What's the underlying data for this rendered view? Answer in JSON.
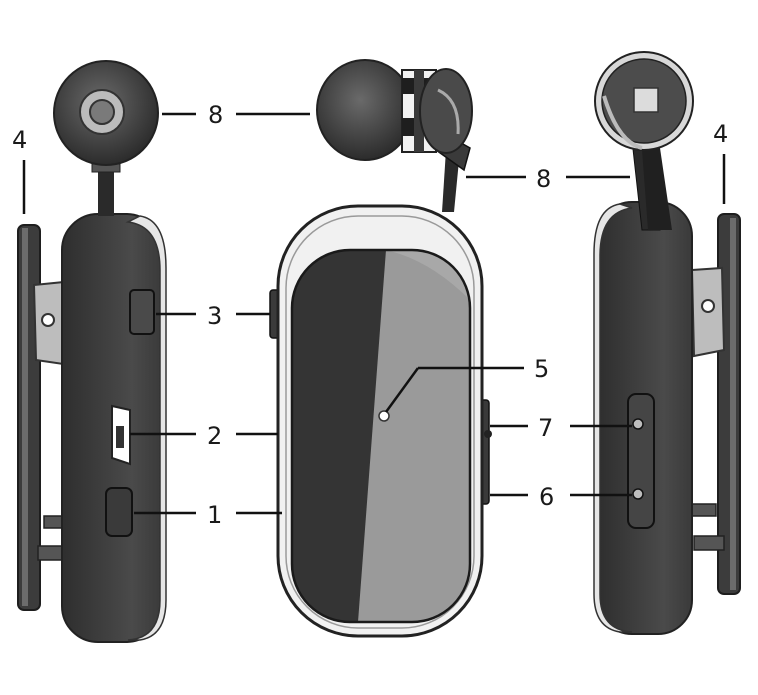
{
  "callouts": {
    "earbud_left": "8",
    "earbud_right": "8",
    "button_top": "3",
    "port": "2",
    "button_bottom": "1",
    "indicator": "5",
    "side_button_upper": "7",
    "side_button_lower": "6",
    "clip_left": "4",
    "clip_right": "4"
  },
  "colors": {
    "body_dark": "#3a3a3a",
    "body_light": "#9a9a9a",
    "rim": "#e8e8e8",
    "outline": "#2a2a2a",
    "leader": "#111111"
  }
}
